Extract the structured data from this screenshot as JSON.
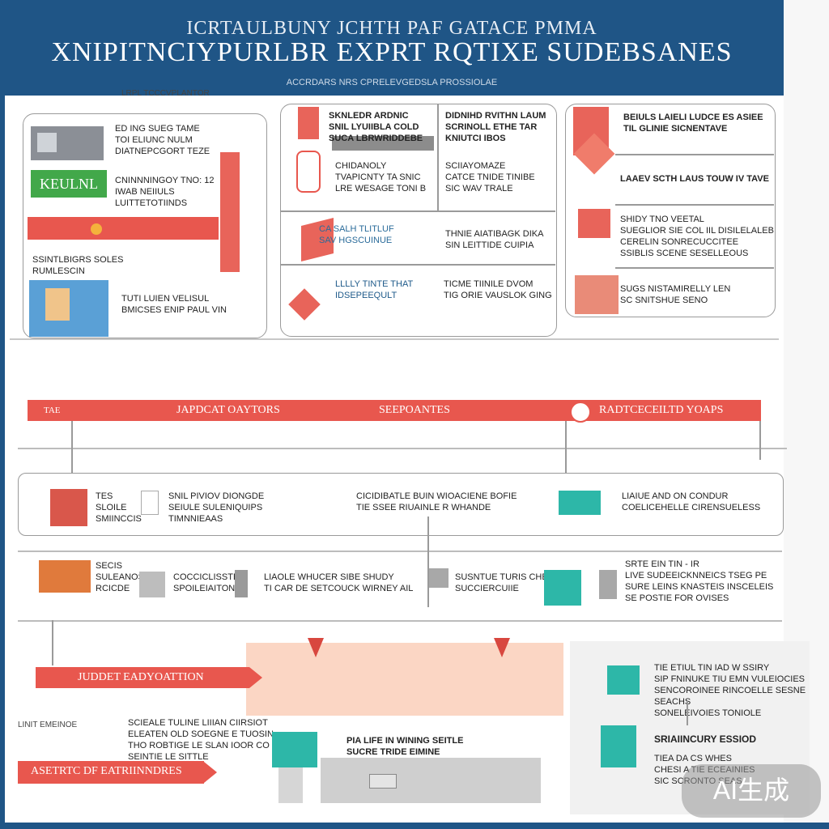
{
  "header": {
    "kicker": "ICRTAULBUNY JCHTH PAF GATACE PMMA",
    "title": "XNIPITNCIYPURLBR EXPRT RQTIXE SUDEBSANES",
    "subtitle": "ACCRDARS NRS CPRELEVGEDSLA PROSSIOLAE"
  },
  "top_section": {
    "caption": "LRPL TCCCVPLANTOR",
    "left_panel": {
      "image_label": "KEULNL",
      "rows": [
        {
          "text": "ED ING SUEG TAME\nTOI ELIUNC NULM\nDIATNEPCGORT TEZE"
        },
        {
          "text": "CNINNNINGOY TNO: 12\nIWAB NEIIULS\nLUITTETOTIINDS"
        },
        {
          "text": "SSINTLBIGRS SOLES\nRUMLESCIN"
        },
        {
          "text": "TUTI LUIEN VELISUL\nBMICSES ENIP PAUL VIN"
        }
      ]
    },
    "mid_panel": {
      "rows": [
        {
          "left": "SKNLEDR ARDNIC\nSNIL LYUIIBLA COLD\nSUCA LBRWRIDDEBE",
          "right": "DIDNIHD RVITHN LAUM\nSCRINOLL ETHE TAR\nKNIUTCI IBOS"
        },
        {
          "left": "CHIDANOLY\nTVAPICNTY TA SNIC\nLRE WESAGE TONI B",
          "right": "SCIIAYOMAZE\nCATCE TNIDE TINIBE\nSIC WAV TRALE"
        },
        {
          "left": "CA SALH TLITLUF\nSAV HGSCUINUE",
          "right": "THNIE AIATIBAGK DIKA\nSIN LEITTIDE CUIPIA"
        },
        {
          "left": "LLLLY TINTE THAT\nIDSEPEEQULT",
          "right": "TICME TIINILE DVOM\nTIG ORIE VAUSLOK GING"
        }
      ]
    },
    "right_panel": {
      "rows": [
        {
          "text": "BEIULS LAIELI LUDCE ES ASIEE\nTIL GLINIE SICNENTAVE"
        },
        {
          "text": "LAAEV SCTH LAUS TOUW IV TAVE"
        },
        {
          "text": "SHIDY TNO VEETAL\nSUEGLIOR SIE COL IIL DISILELALEB\nCERELIN SONRECUCCITEE\nSSIBLIS SCENE SESELLEOUS"
        },
        {
          "text": "SUGS NISTAMIRELLY LEN\nSC SNITSHUE SENO"
        }
      ]
    }
  },
  "mid_section": {
    "ribbon": {
      "start": "TAE",
      "label1": "JAPDCAT OAYTORS",
      "label2": "SEEPOANTES",
      "label3": "RADTCECEILTD YOAPS"
    },
    "row1": {
      "a_text": "TES\nSLOILE\nSMIINCCIS",
      "b_text": "SNIL PIVIOV DIONGDE\nSEIULE SULENIQUIPS\nTIMNNIEAAS",
      "c_text": "CICIDIBATLE BUIN WIOACIENE BOFIE\nTIE SSEE RIUAINLE R WHANDE",
      "d_text": "LIAIUE AND ON CONDUR\nCOELICEHELLE CIRENSUELESS"
    },
    "row2": {
      "a_text": "SECIS\nSULEANOS\nRCICDE",
      "b_text": "COCCICLISSTEE\nSPOILEIAITONNE",
      "c_text": "LIAOLE WHUCER SIBE SHUDY\nTI CAR DE SETCOUCK WIRNEY AIL",
      "d_text": "SUSNTUE TURIS CHEAL\nSUCCIERCUIIE",
      "e_text": "SRTE EIN TIN - IR\nLIVE SUDEEICKNNEICS TSEG PE\nSURE LEINS KNASTEIS INSCELEIS\nSE POSTIE FOR OVISES"
    }
  },
  "bottom_section": {
    "ribbon1": "JUDDET EADYOATTION",
    "ribbon2": "ASETRTC DF EATRIINNDRES",
    "left_text": "LINIT EMEINOE",
    "bullets": "SCIEALE TULINE LIIIAN CIIRSIOT\nELEATEN OLD SOEGNE E TUOSIN\nTHO ROBTIGE LE SLAN IOOR CO EICIFBE\nSEINTIE LE SITTLE",
    "center_text": "PIA LIFE IN WINING SEITLE\nSUCRE TRIDE EIMINE",
    "right_text1": "TIE ETIUL TIN IAD W SSIRY\nSIP FNINUKE TIU EMN VULEIOCIES\nSENCOROINEE RINCOELLE SESNE SEACHS\nSONELEIVOIES TONIOLE",
    "right_text2": "SRIAIINCURY ESSIOD",
    "right_text3": "TIEA DA CS WHES\nCHESI A TIE ECEAINIES\nSIC SCRONTO SEAS"
  },
  "badge": "AI生成"
}
